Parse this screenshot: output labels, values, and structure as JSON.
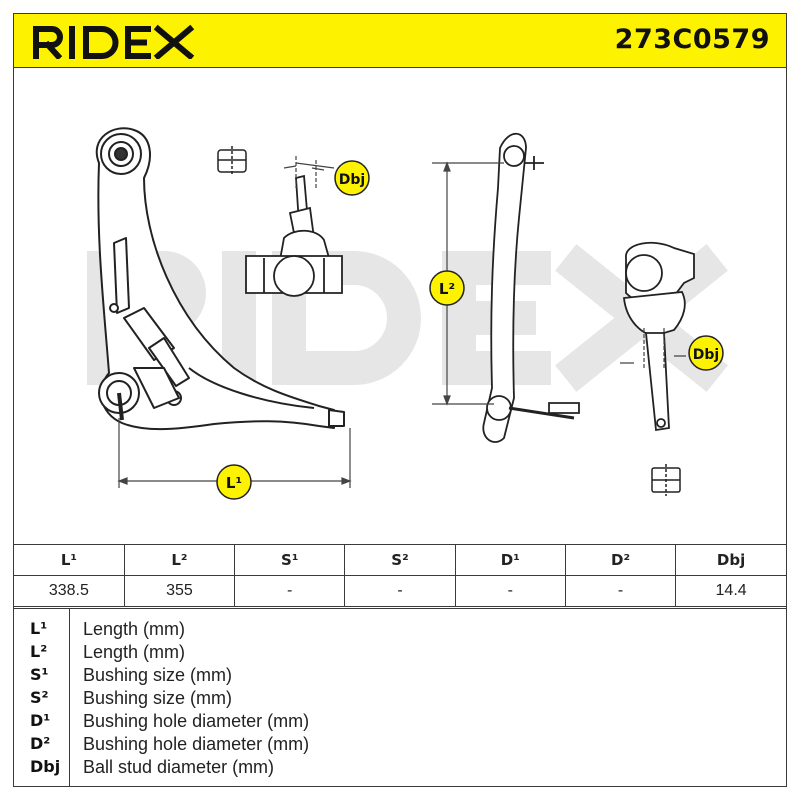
{
  "brand": {
    "logo_text": "RIDEX",
    "accent_color": "#fdf200"
  },
  "header": {
    "part_number": "273C0579"
  },
  "drawing": {
    "watermark": "RIDEX",
    "labels": {
      "l1": "L¹",
      "l2": "L²",
      "dbj_1": "Dbj",
      "dbj_2": "Dbj"
    }
  },
  "table": {
    "headers": [
      "L¹",
      "L²",
      "S¹",
      "S²",
      "D¹",
      "D²",
      "Dbj"
    ],
    "values": [
      "338.5",
      "355",
      "-",
      "-",
      "-",
      "-",
      "14.4"
    ]
  },
  "legend": [
    {
      "symbol": "L¹",
      "description": "Length (mm)"
    },
    {
      "symbol": "L²",
      "description": "Length (mm)"
    },
    {
      "symbol": "S¹",
      "description": "Bushing size (mm)"
    },
    {
      "symbol": "S²",
      "description": "Bushing size (mm)"
    },
    {
      "symbol": "D¹",
      "description": "Bushing hole diameter (mm)"
    },
    {
      "symbol": "D²",
      "description": "Bushing hole diameter (mm)"
    },
    {
      "symbol": "Dbj",
      "description": "Ball stud diameter (mm)"
    }
  ]
}
